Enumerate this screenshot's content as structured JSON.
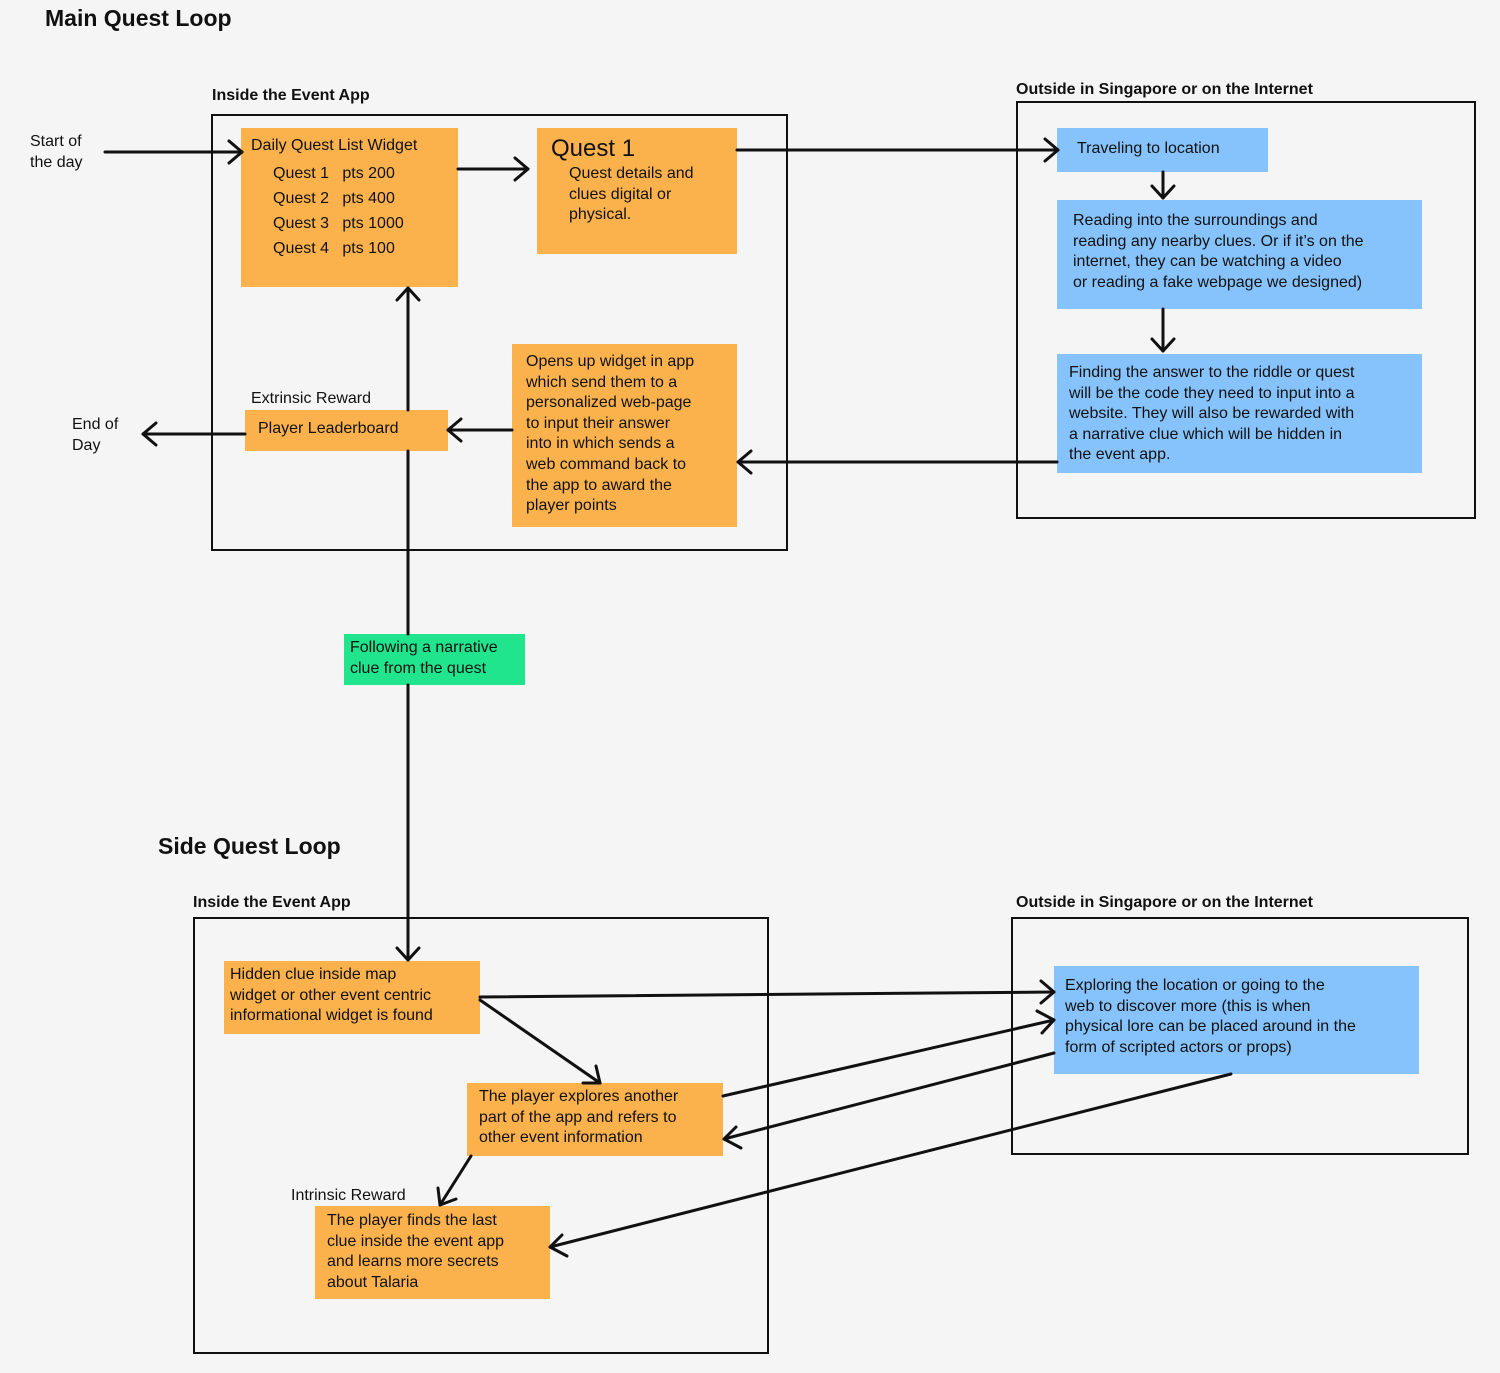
{
  "main": {
    "title": "Main Quest Loop",
    "inside_label": "Inside the Event App",
    "outside_label": "Outside in Singapore or on the Internet",
    "start_label": "Start of\nthe day",
    "end_label": "End of\nDay",
    "extrinsic_label": "Extrinsic Reward",
    "daily_list": {
      "title": "Daily Quest List Widget",
      "quests": [
        "Quest 1   pts 200",
        "Quest 2   pts 400",
        "Quest 3   pts 1000",
        "Quest 4   pts 100"
      ]
    },
    "quest1": {
      "title": "Quest 1",
      "body": "Quest details and\nclues digital or\nphysical."
    },
    "opens_widget": "Opens up widget in app\nwhich send them to a\npersonalized web-page\nto input their answer\ninto in which sends a\nweb command back to\nthe app to award the\nplayer points",
    "leaderboard": "Player Leaderboard",
    "traveling": "Traveling to location",
    "reading": "Reading into the surroundings and\nreading any nearby clues. Or if it’s on the\ninternet, they can be watching a video\nor reading a fake webpage we designed)",
    "finding": "Finding the answer to the riddle or quest\nwill be the code they need to input into a\nwebsite. They will also be rewarded with\na narrative clue which will be hidden in\nthe event app.",
    "narrative": "Following a narrative\nclue from the quest"
  },
  "side": {
    "title": "Side Quest Loop",
    "inside_label": "Inside the Event App",
    "outside_label": "Outside in Singapore or on the Internet",
    "intrinsic_label": "Intrinsic Reward",
    "hidden_clue": "Hidden clue inside map\nwidget or other event centric\ninformational widget is found",
    "explores": "The player explores another\npart of the app and refers to\nother event information",
    "finds_last": "The player finds the last\nclue inside the event app\nand learns more secrets\nabout Talaria",
    "exploring": "Exploring the location or going to the\nweb to discover more (this is when\nphysical lore can be placed around in the\nform of scripted actors or props)"
  },
  "colors": {
    "orange": "#fbb24d",
    "blue": "#86c3fd",
    "green": "#21e58d",
    "background": "#f5f5f5"
  }
}
